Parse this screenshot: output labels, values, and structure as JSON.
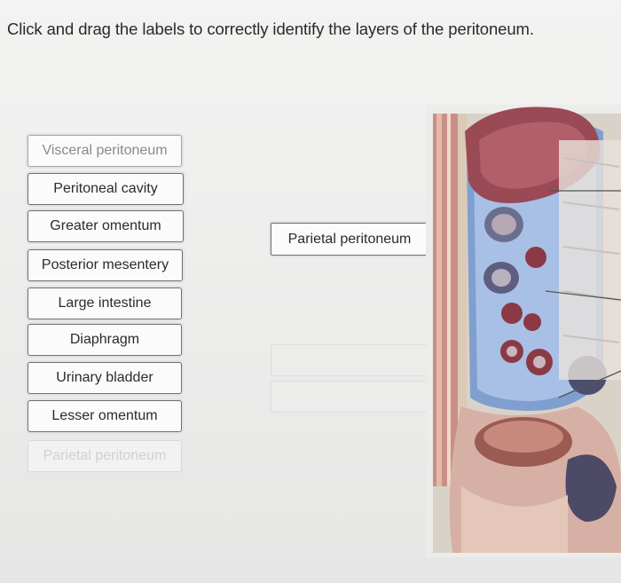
{
  "instruction": "Click and drag the labels to correctly identify the layers of the peritoneum.",
  "labels": [
    {
      "text": "Visceral peritoneum",
      "state": "used"
    },
    {
      "text": "Peritoneal cavity",
      "state": "available"
    },
    {
      "text": "Greater omentum",
      "state": "available"
    },
    {
      "text": "Posterior mesentery",
      "state": "available"
    },
    {
      "text": "Large intestine",
      "state": "available"
    },
    {
      "text": "Diaphragm",
      "state": "available"
    },
    {
      "text": "Urinary bladder",
      "state": "available"
    },
    {
      "text": "Lesser omentum",
      "state": "available"
    },
    {
      "text": "Parietal peritoneum",
      "state": "placeholder"
    }
  ],
  "drop_zones": [
    {
      "text": "Parietal peritoneum",
      "filled": true
    },
    {
      "text": "",
      "filled": false
    },
    {
      "text": "",
      "filled": false
    }
  ],
  "figure": {
    "subject": "sagittal section of abdominopelvic cavity showing peritoneum"
  }
}
